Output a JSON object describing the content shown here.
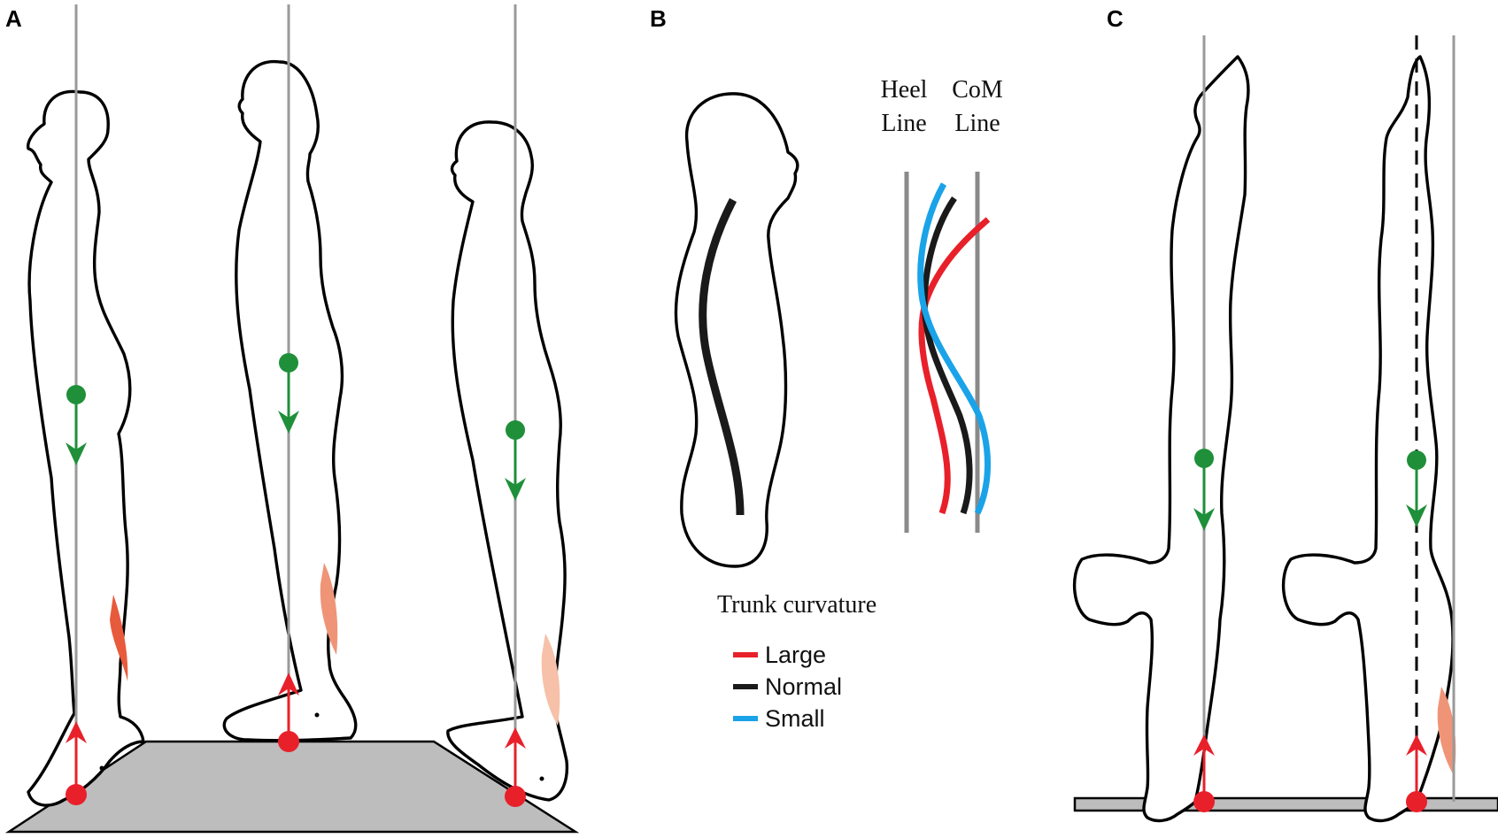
{
  "panels": [
    {
      "label": "A"
    },
    {
      "label": "B"
    },
    {
      "label": "C"
    }
  ],
  "panel_b": {
    "heel_line_label": [
      "Heel",
      "Line"
    ],
    "com_line_label": [
      "CoM",
      "Line"
    ],
    "legend_title": "Trunk curvature",
    "legend": [
      {
        "label": "Large",
        "color": "#e8202a"
      },
      {
        "label": "Normal",
        "color": "#1a1a1a"
      },
      {
        "label": "Small",
        "color": "#1aa3e8"
      }
    ]
  },
  "colors": {
    "com_marker": "#1f8f3a",
    "force_marker": "#e8202a",
    "calf_muscle_strong": "#e85a3c",
    "calf_muscle_medium": "#f09478",
    "calf_muscle_light": "#f6c1a8",
    "ramp": "#bdbdbd",
    "reference_line": "#9a9a9a"
  }
}
